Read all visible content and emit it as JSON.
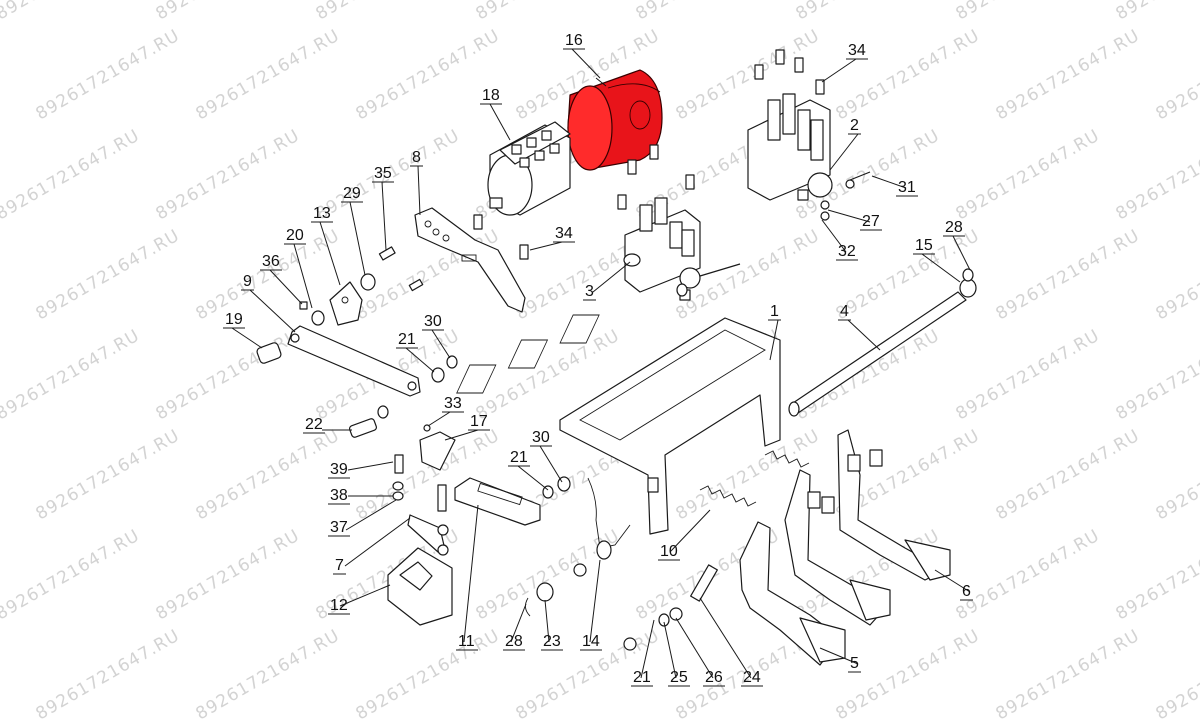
{
  "diagram": {
    "type": "exploded-parts-diagram",
    "highlight_color": "#e8141a",
    "highlighted_part": "16",
    "watermark_text": "89261721647.RU",
    "callouts": [
      {
        "id": "c1",
        "label": "1"
      },
      {
        "id": "c2",
        "label": "2"
      },
      {
        "id": "c3",
        "label": "3"
      },
      {
        "id": "c4",
        "label": "4"
      },
      {
        "id": "c5",
        "label": "5"
      },
      {
        "id": "c6",
        "label": "6"
      },
      {
        "id": "c7",
        "label": "7"
      },
      {
        "id": "c8",
        "label": "8"
      },
      {
        "id": "c9",
        "label": "9"
      },
      {
        "id": "c10",
        "label": "10"
      },
      {
        "id": "c11",
        "label": "11"
      },
      {
        "id": "c12",
        "label": "12"
      },
      {
        "id": "c13",
        "label": "13"
      },
      {
        "id": "c14",
        "label": "14"
      },
      {
        "id": "c15",
        "label": "15"
      },
      {
        "id": "c16",
        "label": "16"
      },
      {
        "id": "c17",
        "label": "17"
      },
      {
        "id": "c18",
        "label": "18"
      },
      {
        "id": "c19",
        "label": "19"
      },
      {
        "id": "c20",
        "label": "20"
      },
      {
        "id": "c21a",
        "label": "21"
      },
      {
        "id": "c21b",
        "label": "21"
      },
      {
        "id": "c21c",
        "label": "21"
      },
      {
        "id": "c22",
        "label": "22"
      },
      {
        "id": "c23",
        "label": "23"
      },
      {
        "id": "c24",
        "label": "24"
      },
      {
        "id": "c25",
        "label": "25"
      },
      {
        "id": "c26",
        "label": "26"
      },
      {
        "id": "c27",
        "label": "27"
      },
      {
        "id": "c28a",
        "label": "28"
      },
      {
        "id": "c28b",
        "label": "28"
      },
      {
        "id": "c29",
        "label": "29"
      },
      {
        "id": "c30a",
        "label": "30"
      },
      {
        "id": "c30b",
        "label": "30"
      },
      {
        "id": "c31",
        "label": "31"
      },
      {
        "id": "c32",
        "label": "32"
      },
      {
        "id": "c33",
        "label": "33"
      },
      {
        "id": "c34a",
        "label": "34"
      },
      {
        "id": "c34b",
        "label": "34"
      },
      {
        "id": "c35",
        "label": "35"
      },
      {
        "id": "c36",
        "label": "36"
      },
      {
        "id": "c37",
        "label": "37"
      },
      {
        "id": "c38",
        "label": "38"
      },
      {
        "id": "c39",
        "label": "39"
      }
    ]
  }
}
